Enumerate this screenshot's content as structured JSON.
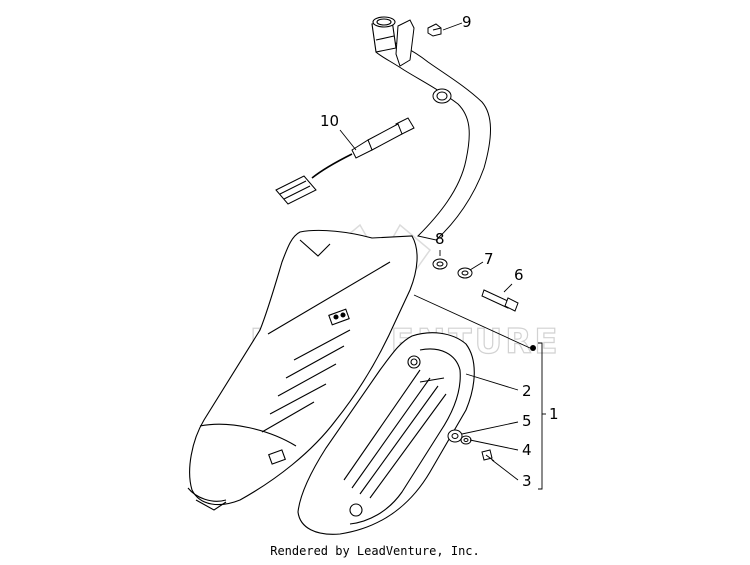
{
  "diagram": {
    "callouts": [
      {
        "id": "1",
        "label": "1"
      },
      {
        "id": "2",
        "label": "2"
      },
      {
        "id": "3",
        "label": "3"
      },
      {
        "id": "4",
        "label": "4"
      },
      {
        "id": "5",
        "label": "5"
      },
      {
        "id": "6",
        "label": "6"
      },
      {
        "id": "7",
        "label": "7"
      },
      {
        "id": "8",
        "label": "8"
      },
      {
        "id": "9",
        "label": "9"
      },
      {
        "id": "10",
        "label": "10"
      }
    ],
    "watermark": "LEADVENTURE",
    "footer": "Rendered by LeadVenture, Inc."
  }
}
